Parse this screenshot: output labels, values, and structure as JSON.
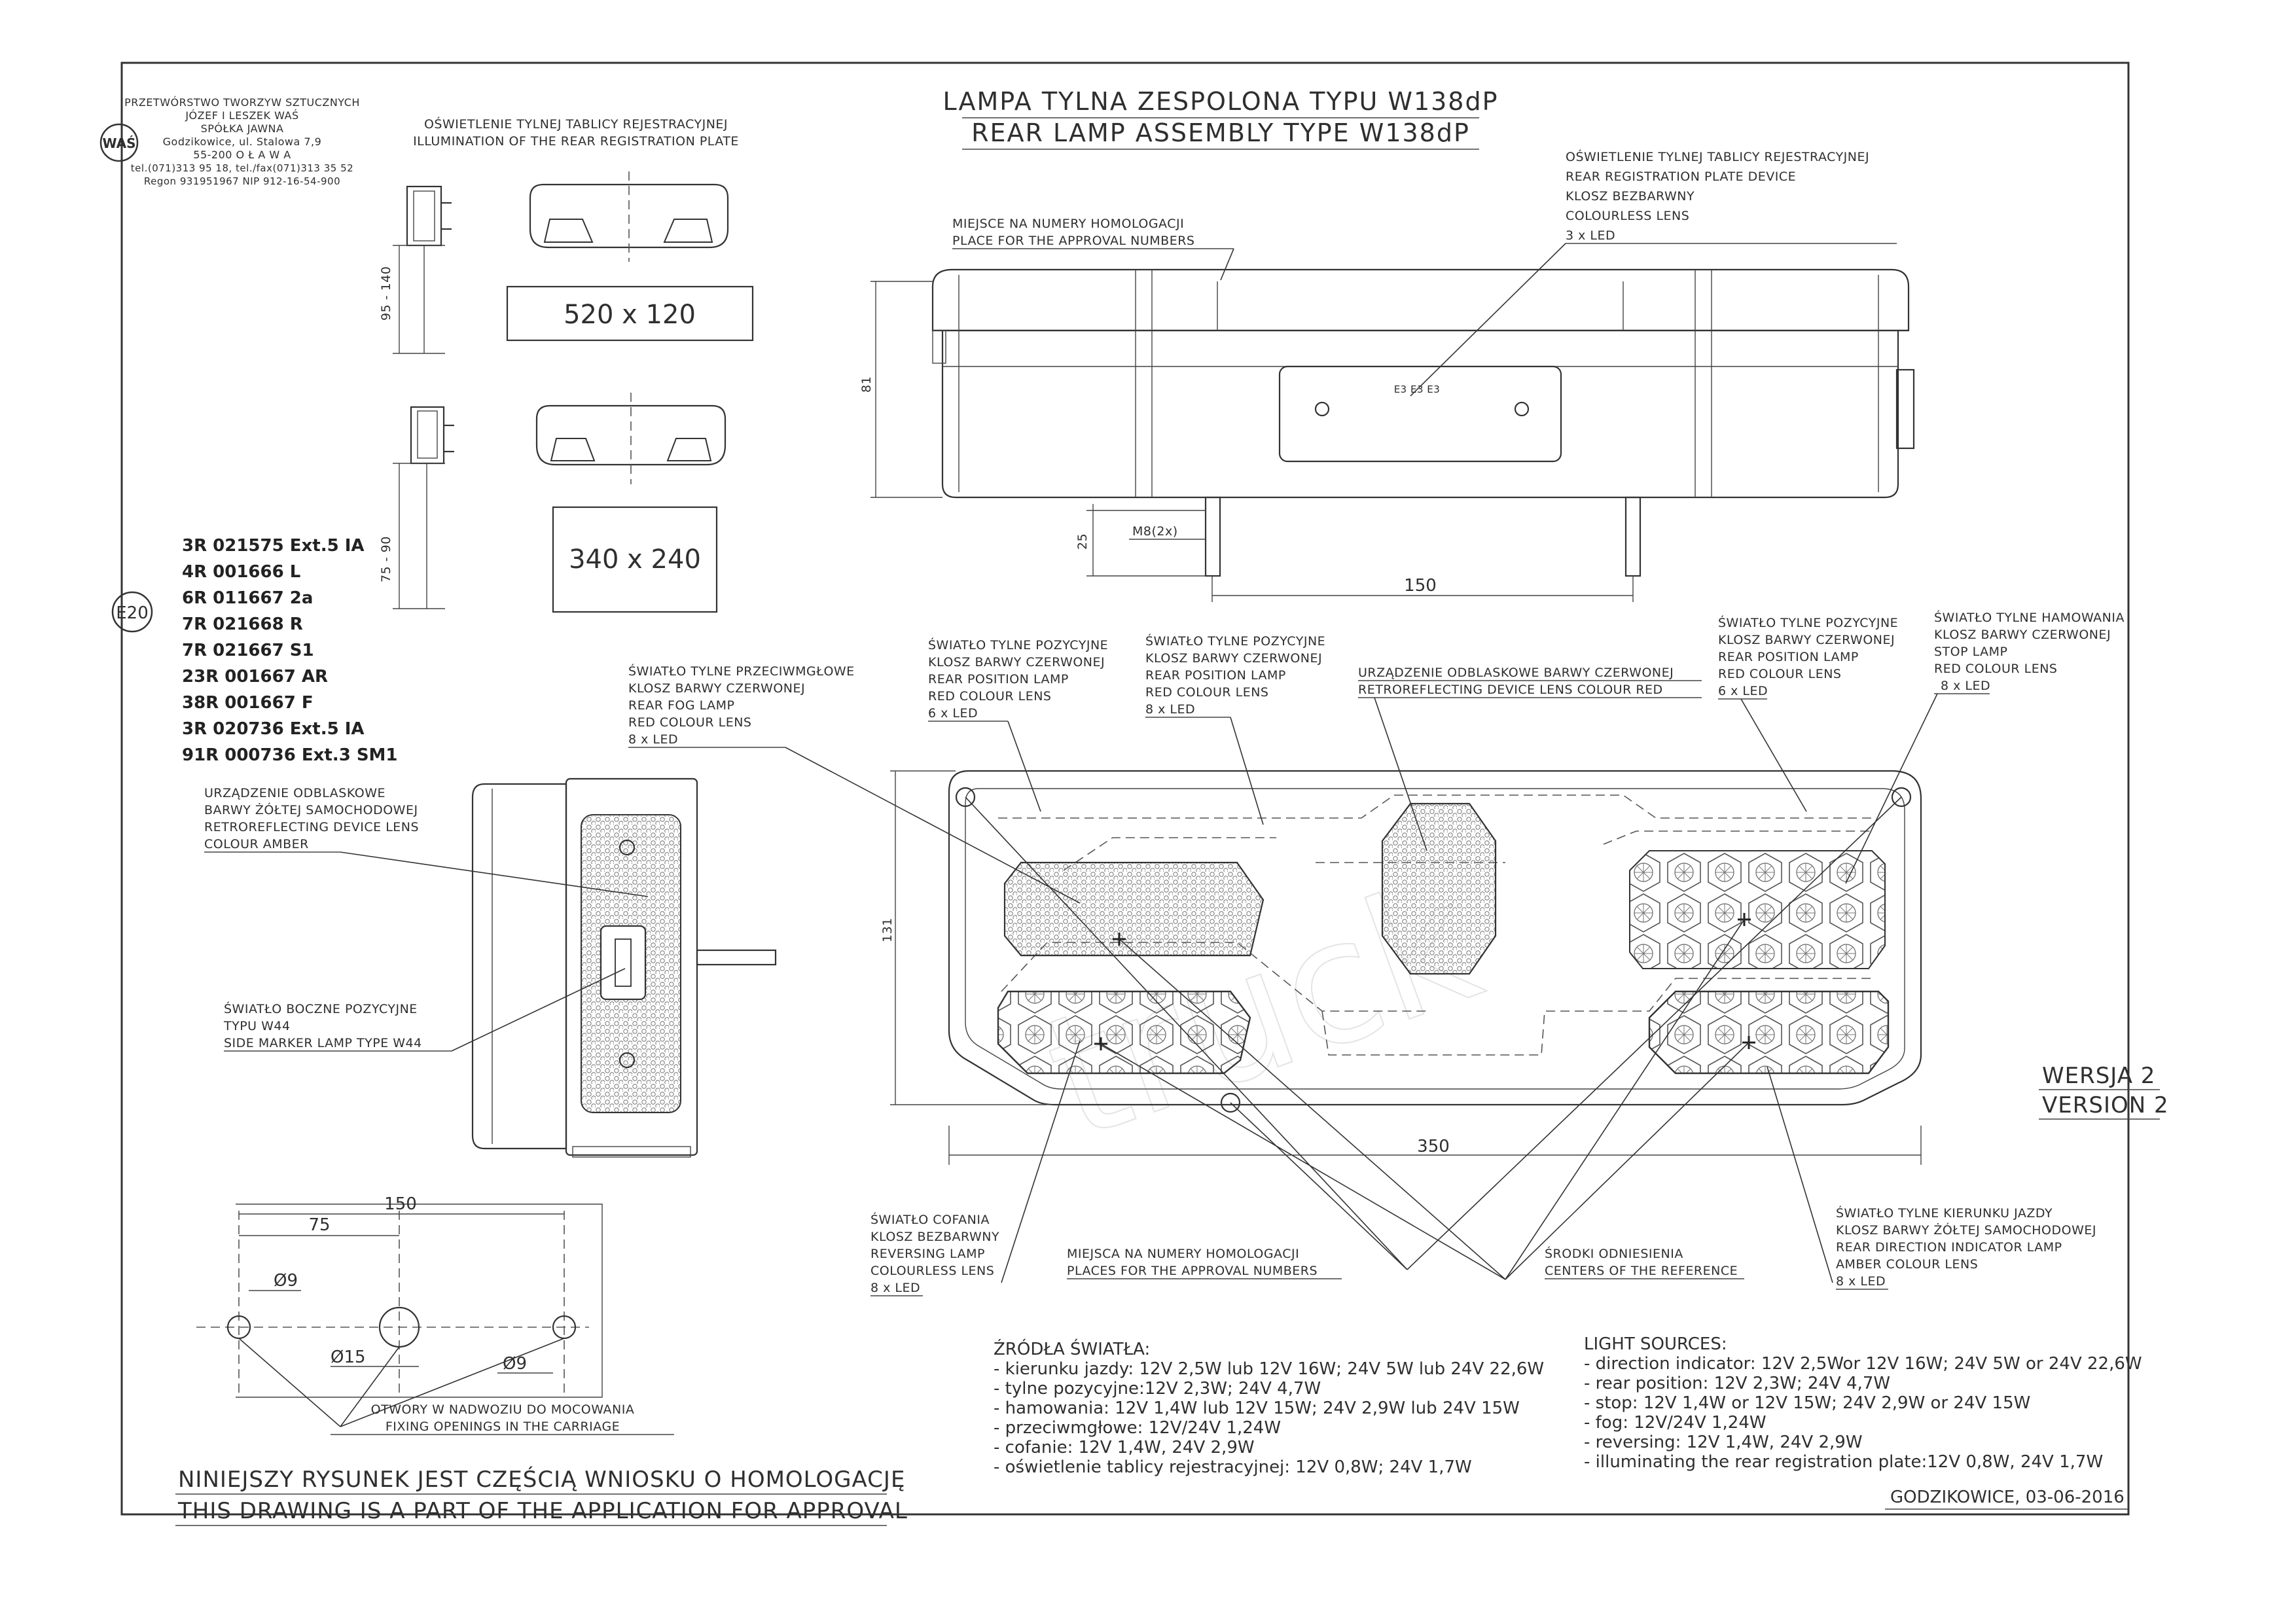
{
  "company": {
    "line1": "PRZETWÓRSTWO TWORZYW SZTUCZNYCH",
    "line2": "JÓZEF I LESZEK WAŚ",
    "line3": "SPÓŁKA JAWNA",
    "line4": "Godzikowice, ul. Stalowa 7,9",
    "line5": "55-200  O Ł A W A",
    "line6": "tel.(071)313 95 18, tel./fax(071)313 35 52",
    "line7": "Regon 931951967 NIP 912-16-54-900",
    "logo_text": "WAŚ"
  },
  "title": {
    "pl": "LAMPA TYLNA ZESPOLONA TYPU W138dP",
    "en": "REAR LAMP ASSEMBLY TYPE W138dP"
  },
  "plate": {
    "label_pl": "OŚWIETLENIE TYLNEJ TABLICY REJESTRACYJNEJ",
    "label_en": "ILLUMINATION OF THE REAR REGISTRATION PLATE",
    "size1": "520 x 120",
    "size2": "340 x 240",
    "dim1": "95 - 140",
    "dim2": "75 - 90"
  },
  "approvals": {
    "mark": "E20",
    "numbers": [
      "3R 021575 Ext.5 IA",
      "4R 001666 L",
      "6R 011667 2a",
      "7R 021668 R",
      "7R 021667 S1",
      "23R 001667 AR",
      "38R 001667 F",
      "3R 020736 Ext.5 IA",
      "91R 000736 Ext.3 SM1"
    ]
  },
  "top_view": {
    "homolog_pl": "MIEJSCE NA NUMERY HOMOLOGACJI",
    "homolog_en": "PLACE FOR THE APPROVAL NUMBERS",
    "plate_dev_pl": "OŚWIETLENIE TYLNEJ TABLICY REJESTRACYJNEJ",
    "plate_dev_en": "REAR REGISTRATION PLATE DEVICE",
    "lens_pl": "KLOSZ BEZBARWNY",
    "lens_en": "COLOURLESS LENS",
    "leds": "3 x LED",
    "dim_height": "81",
    "dim_stud": "25",
    "stud_label": "M8(2x)",
    "dim_studs": "150",
    "plate_marks": "E3  E3  E3"
  },
  "labels": {
    "fog_pl1": "ŚWIATŁO TYLNE PRZECIWMGŁOWE",
    "fog_pl2": "KLOSZ BARWY CZERWONEJ",
    "fog_en1": "REAR FOG LAMP",
    "fog_en2": "RED COLOUR LENS",
    "fog_leds": "8 x LED",
    "pos1_pl1": "ŚWIATŁO TYLNE POZYCYJNE",
    "pos1_pl2": "KLOSZ BARWY CZERWONEJ",
    "pos1_en1": "REAR POSITION LAMP",
    "pos1_en2": "RED COLOUR LENS",
    "pos1_leds": "6 x LED",
    "pos2_pl1": "ŚWIATŁO TYLNE POZYCYJNE",
    "pos2_pl2": "KLOSZ BARWY CZERWONEJ",
    "pos2_en1": "REAR POSITION LAMP",
    "pos2_en2": "RED COLOUR LENS",
    "pos2_leds": "8 x LED",
    "retro_pl": "URZĄDZENIE ODBLASKOWE BARWY CZERWONEJ",
    "retro_en": "RETROREFLECTING DEVICE LENS COLOUR RED",
    "pos3_pl1": "ŚWIATŁO TYLNE POZYCYJNE",
    "pos3_pl2": "KLOSZ BARWY CZERWONEJ",
    "pos3_en1": "REAR POSITION LAMP",
    "pos3_en2": "RED COLOUR LENS",
    "pos3_leds": "6 x LED",
    "stop_pl1": "ŚWIATŁO TYLNE  HAMOWANIA",
    "stop_pl2": "KLOSZ BARWY CZERWONEJ",
    "stop_en1": "STOP LAMP",
    "stop_en2": "RED COLOUR LENS",
    "stop_leds": "8 x LED",
    "amber_pl1": "URZĄDZENIE ODBLASKOWE",
    "amber_pl2": "BARWY ŻÓŁTEJ SAMOCHODOWEJ",
    "amber_en1": "RETROREFLECTING DEVICE LENS",
    "amber_en2": "COLOUR AMBER",
    "side_pl1": "ŚWIATŁO BOCZNE POZYCYJNE",
    "side_pl2": "TYPU W44",
    "side_en": "SIDE MARKER LAMP  TYPE W44",
    "rev_pl1": "ŚWIATŁO COFANIA",
    "rev_pl2": "KLOSZ BEZBARWNY",
    "rev_en1": "REVERSING LAMP",
    "rev_en2": "COLOURLESS LENS",
    "rev_leds": "8 x LED",
    "homolog2_pl": "MIEJSCA NA NUMERY HOMOLOGACJI",
    "homolog2_en": "PLACES FOR THE APPROVAL NUMBERS",
    "ref_pl": "ŚRODKI ODNIESIENIA",
    "ref_en": "CENTERS OF THE REFERENCE",
    "dir_pl1": "ŚWIATŁO TYLNE KIERUNKU JAZDY",
    "dir_pl2": "KLOSZ BARWY ŻÓŁTEJ SAMOCHODOWEJ",
    "dir_en1": "REAR DIRECTION INDICATOR LAMP",
    "dir_en2": "AMBER COLOUR LENS",
    "dir_leds": "8 x LED"
  },
  "front_view": {
    "dim_height": "131",
    "dim_width": "350"
  },
  "version": {
    "pl": "WERSJA 2",
    "en": "VERSION 2"
  },
  "holes": {
    "dim_total": "150",
    "dim_half": "75",
    "d1": "Ø9",
    "d2": "Ø15",
    "d3": "Ø9",
    "label_pl": "OTWORY W NADWOZIU DO MOCOWANIA",
    "label_en": "FIXING OPENINGS IN THE CARRIAGE"
  },
  "sources_pl": {
    "header": "ŹRÓDŁA ŚWIATŁA:",
    "lines": [
      "- kierunku jazdy: 12V 2,5W lub 12V 16W; 24V 5W lub 24V 22,6W",
      "- tylne pozycyjne:12V 2,3W;   24V 4,7W",
      "- hamowania: 12V 1,4W lub 12V 15W; 24V 2,9W lub 24V 15W",
      "- przeciwmgłowe: 12V/24V 1,24W",
      "- cofanie:  12V 1,4W, 24V 2,9W",
      "- oświetlenie tablicy rejestracyjnej: 12V 0,8W;  24V 1,7W"
    ]
  },
  "sources_en": {
    "header": "LIGHT SOURCES:",
    "lines": [
      "- direction indicator: 12V 2,5Wor 12V 16W; 24V 5W or 24V 22,6W",
      "- rear position: 12V 2,3W;   24V 4,7W",
      "- stop: 12V 1,4W or 12V 15W; 24V 2,9W or 24V 15W",
      "- fog: 12V/24V 1,24W",
      "- reversing: 12V 1,4W, 24V 2,9W",
      "- illuminating the rear registration plate:12V 0,8W,  24V 1,7W"
    ]
  },
  "footer": {
    "pl": "NINIEJSZY RYSUNEK JEST CZĘŚCIĄ  WNIOSKU O  HOMOLOGACJĘ",
    "en": "THIS DRAWING IS A PART OF THE APPLICATION FOR  APPROVAL",
    "date": "GODZIKOWICE,  03-06-2016"
  }
}
